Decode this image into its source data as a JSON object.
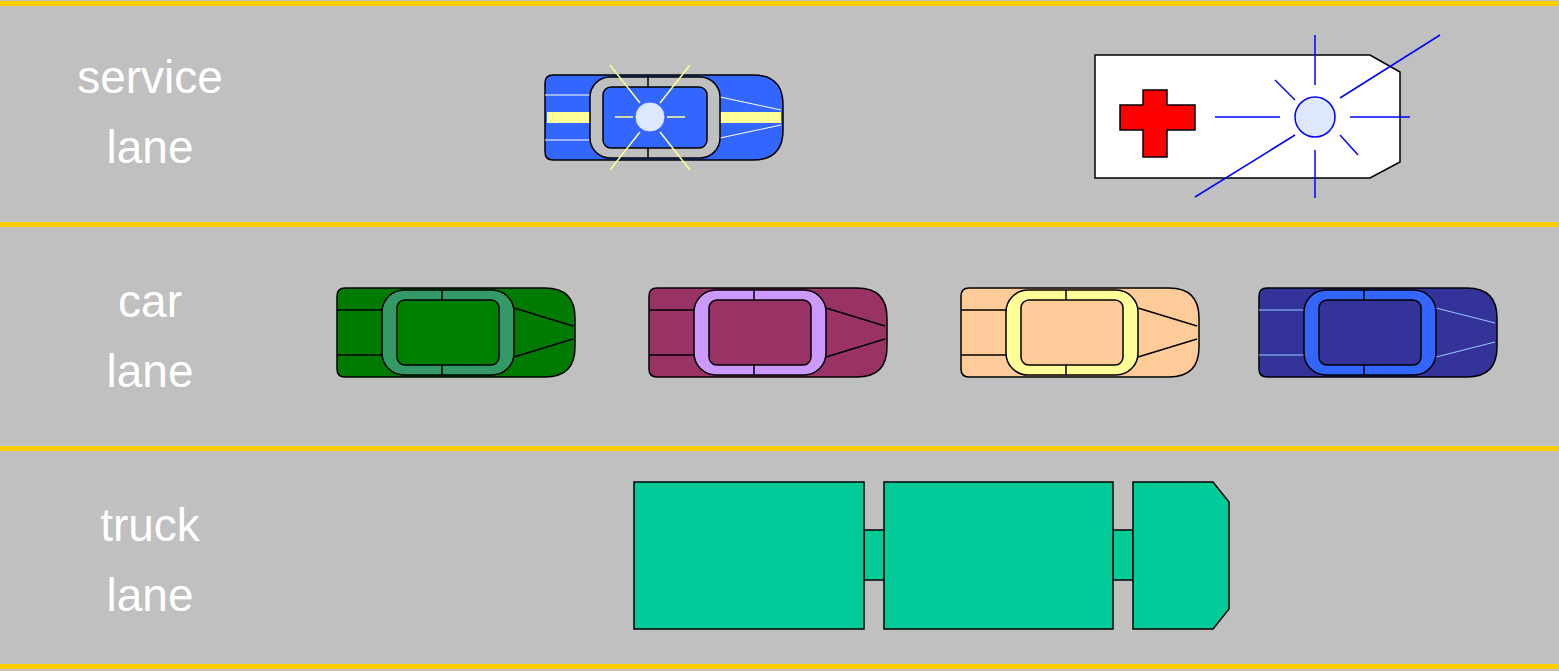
{
  "diagram": {
    "nodes": [
      {
        "text": [
          "service lane"
        ]
      },
      {
        "text": [
          "car lane"
        ]
      },
      {
        "text": [
          "truck lane"
        ]
      }
    ]
  }
}
